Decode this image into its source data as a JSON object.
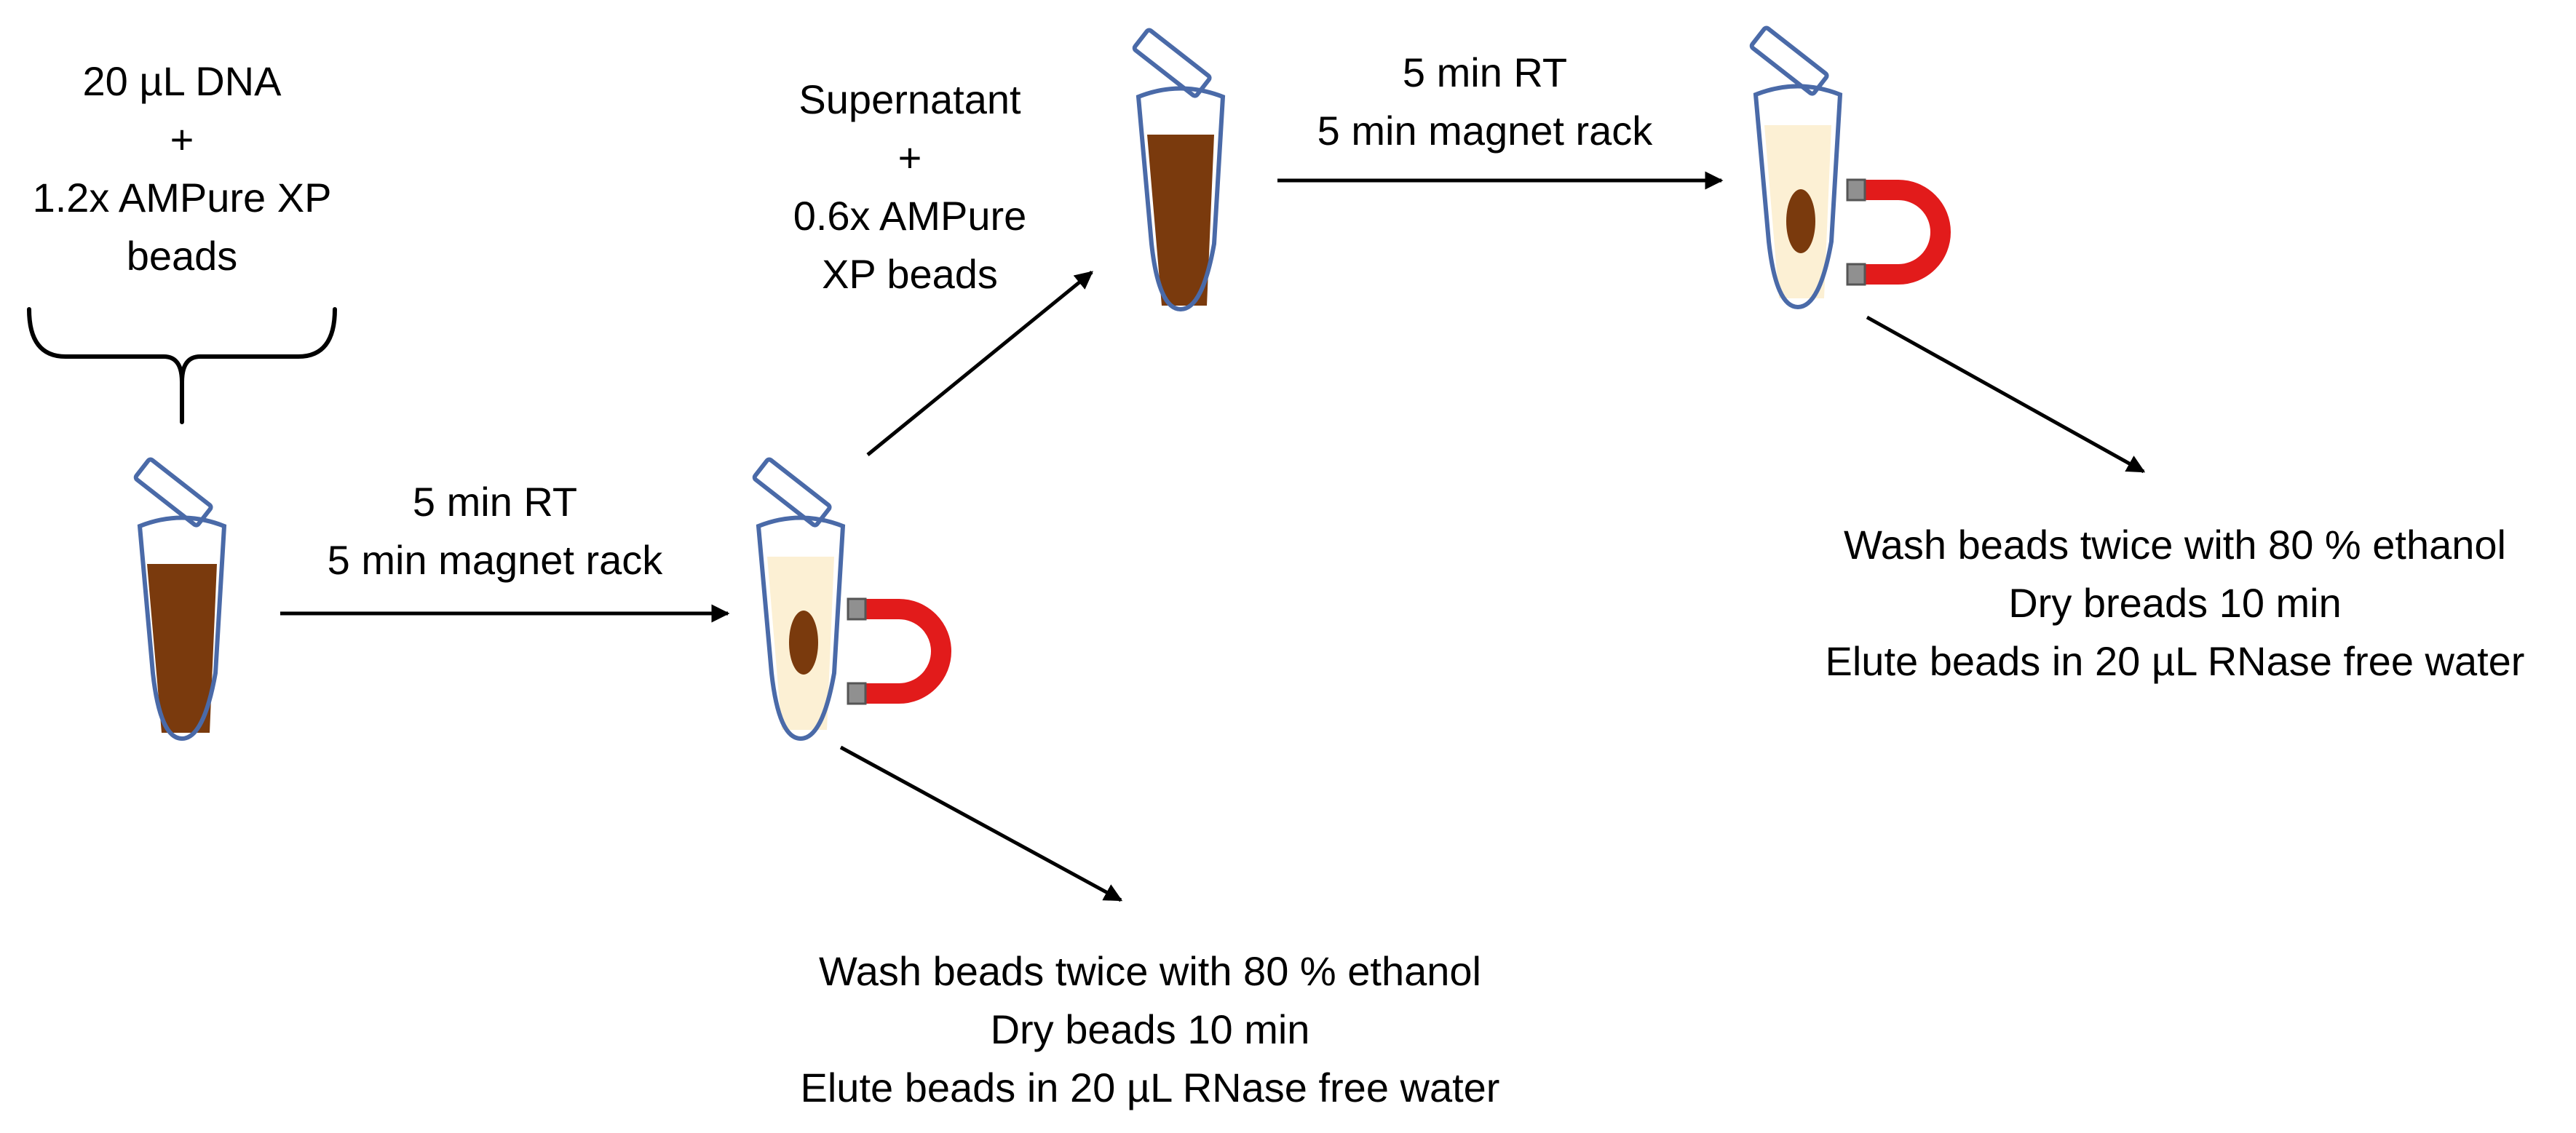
{
  "colors": {
    "tube_outline": "#4a6aa8",
    "dark_liquid": "#7a3a0d",
    "cleared_liquid": "#fcf0d4",
    "bead_pellet": "#7a3a0d",
    "magnet": "#e21b1b",
    "magnet_tips": "#909090",
    "arrow": "#000000",
    "text": "#000000"
  },
  "labels": {
    "input_mix": [
      "20 µL DNA",
      "+",
      "1.2x AMPure XP",
      "beads"
    ],
    "step1_incubation": [
      "5 min RT",
      "5 min magnet rack"
    ],
    "supernatant_mix": [
      "Supernatant",
      "+",
      "0.6x AMPure",
      "XP beads"
    ],
    "step2_incubation": [
      "5 min RT",
      "5 min magnet rack"
    ],
    "wash_elute_1": [
      "Wash beads twice with 80 % ethanol",
      "Dry beads 10 min",
      "Elute beads in 20 µL RNase free water"
    ],
    "wash_elute_2": [
      "Wash beads twice with 80 % ethanol",
      "Dry breads 10 min",
      "Elute beads in 20 µL RNase free water"
    ]
  },
  "icons": [
    "microcentrifuge-tube-icon",
    "horseshoe-magnet-icon",
    "bead-pellet-icon",
    "brace-icon"
  ]
}
